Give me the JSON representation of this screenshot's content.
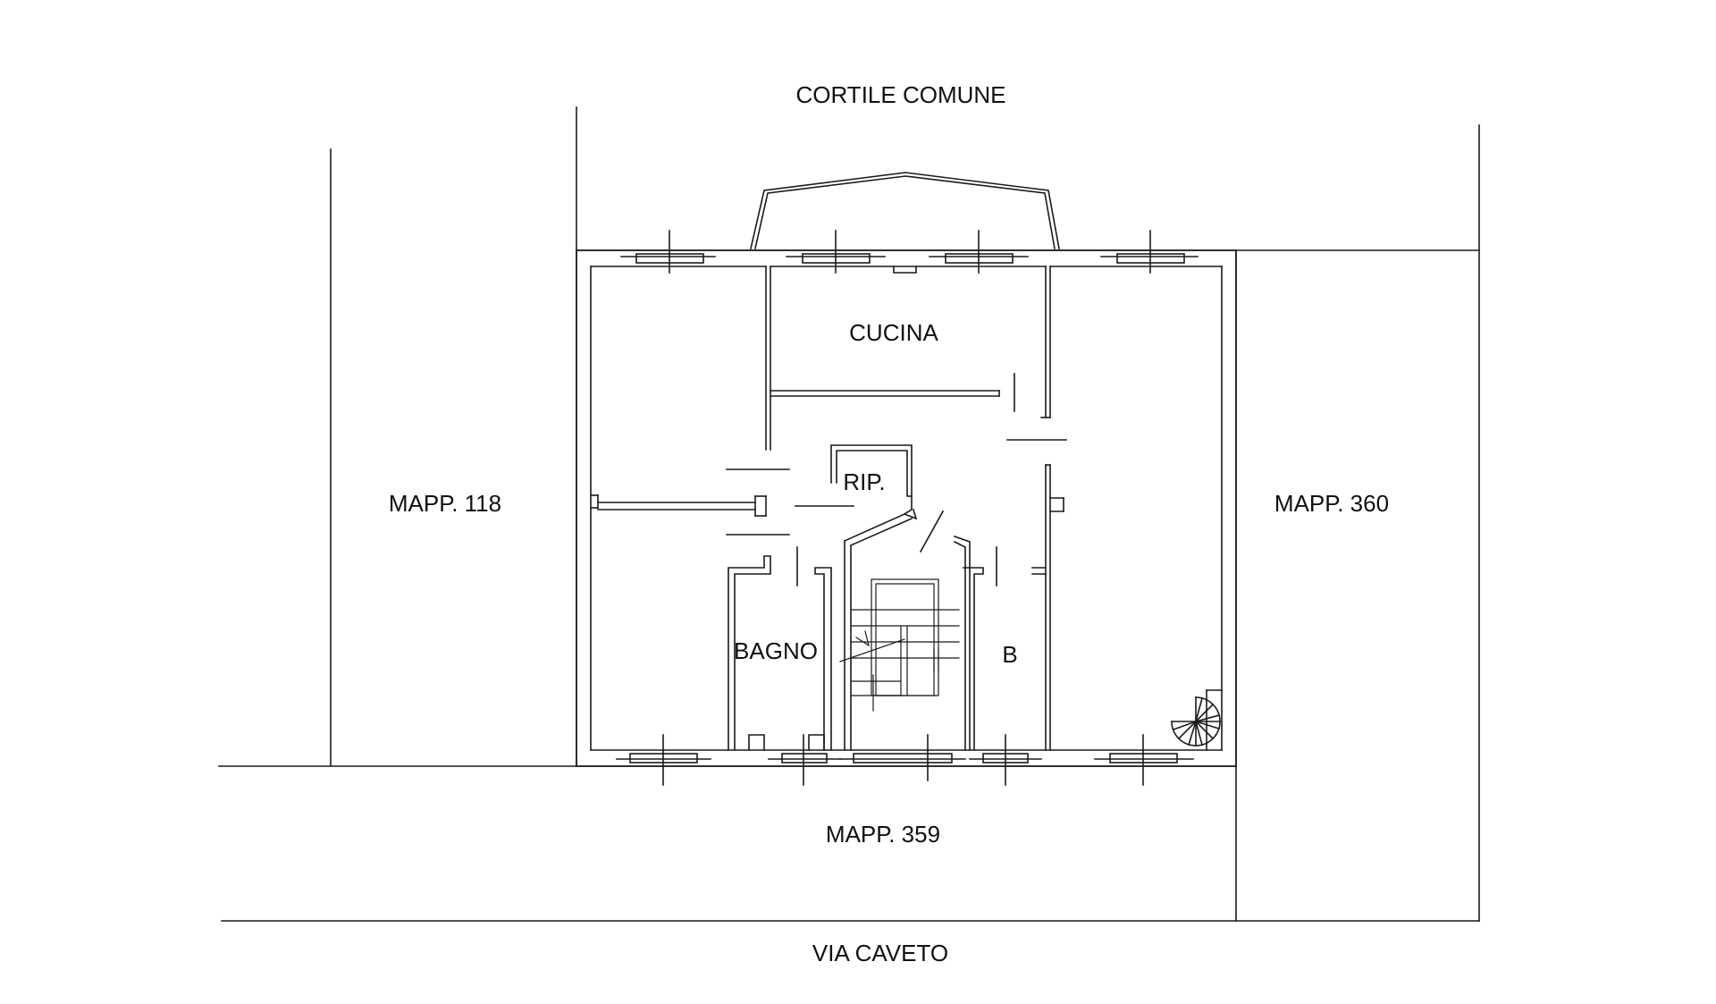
{
  "labels": {
    "top": "CORTILE COMUNE",
    "left": "MAPP. 118",
    "right": "MAPP. 360",
    "bottom": "MAPP. 359",
    "street": "VIA CAVETO",
    "kitchen": "CUCINA",
    "storage": "RIP.",
    "bathroom": "BAGNO",
    "bathroom_small": "B"
  },
  "colors": {
    "line": "#1a1a1a",
    "background": "#ffffff"
  }
}
